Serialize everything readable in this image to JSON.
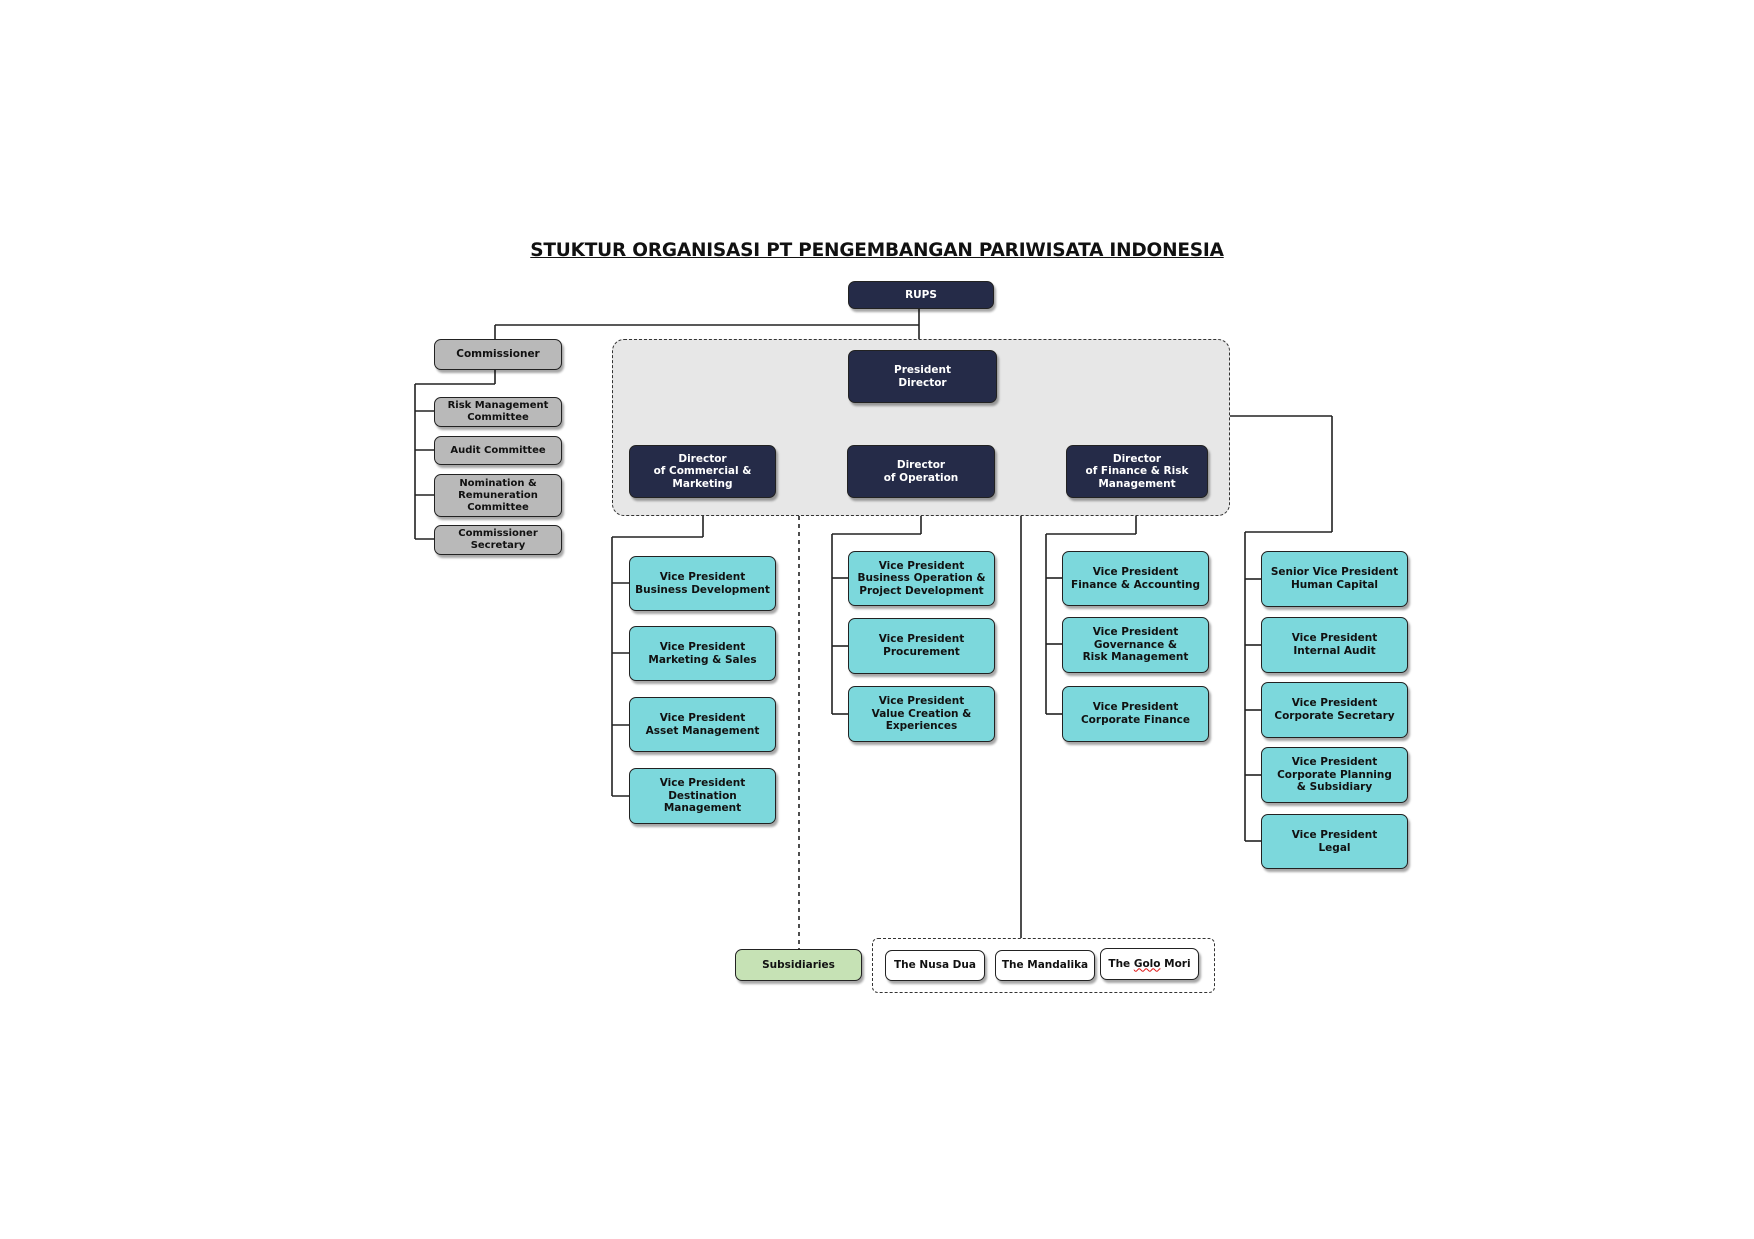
{
  "title": "STUKTUR ORGANISASI PT PENGEMBANGAN PARIWISATA INDONESIA",
  "rups": "RUPS",
  "president_director": "President\nDirector",
  "commissioner": "Commissioner",
  "committees": [
    "Risk Management\nCommittee",
    "Audit Committee",
    "Nomination &\nRemuneration\nCommittee",
    "Commissioner\nSecretary"
  ],
  "directors": [
    "Director\nof Commercial &\nMarketing",
    "Director\nof Operation",
    "Director\nof Finance & Risk\nManagement"
  ],
  "commercial_vps": [
    "Vice President\nBusiness Development",
    "Vice President\nMarketing & Sales",
    "Vice President\nAsset Management",
    "Vice President\nDestination\nManagement"
  ],
  "operation_vps": [
    "Vice President\nBusiness Operation &\nProject Development",
    "Vice President\nProcurement",
    "Vice President\nValue Creation &\nExperiences"
  ],
  "finance_vps": [
    "Vice President\nFinance & Accounting",
    "Vice President\nGovernance &\nRisk Management",
    "Vice President\nCorporate Finance"
  ],
  "president_vps": [
    "Senior Vice President\nHuman Capital",
    "Vice President\nInternal Audit",
    "Vice President\nCorporate Secretary",
    "Vice President\nCorporate Planning\n& Subsidiary",
    "Vice President\nLegal"
  ],
  "subsidiaries": "Subsidiaries",
  "destinations": {
    "nusa_dua": "The Nusa Dua",
    "mandalika": "The Mandalika",
    "golo_mori_prefix": "The ",
    "golo_mori_word": "Golo",
    "golo_mori_suffix": " Mori"
  },
  "colors": {
    "director_fill": "#252b48",
    "vp_fill": "#7cd8dc",
    "committee_fill": "#b9b9b9",
    "subsidiary_fill": "#c6e2b5",
    "panel_fill": "#e7e7e7"
  }
}
